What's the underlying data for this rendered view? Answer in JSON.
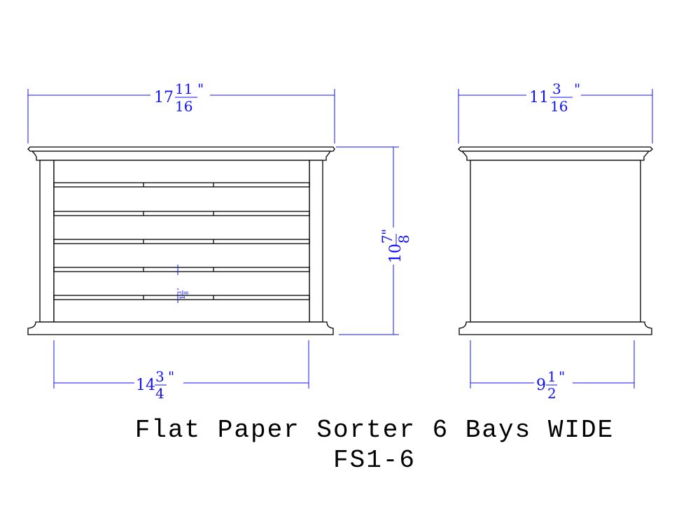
{
  "dimensions": {
    "front_width": {
      "whole": "17",
      "num": "11",
      "den": "16",
      "unit": "\""
    },
    "front_height": {
      "whole": "10",
      "num": "7",
      "den": "8",
      "unit": "\""
    },
    "front_inner_width": {
      "whole": "14",
      "num": "3",
      "den": "4",
      "unit": "\""
    },
    "shelf_spacing": {
      "whole": "1",
      "num": "3",
      "den": "8",
      "unit": "\""
    },
    "side_width": {
      "whole": "11",
      "num": "3",
      "den": "16",
      "unit": "\""
    },
    "side_inner_width": {
      "whole": "9",
      "num": "1",
      "den": "2",
      "unit": "\""
    }
  },
  "title": {
    "line1": "Flat Paper Sorter 6 Bays WIDE",
    "line2": "FS1-6"
  },
  "colors": {
    "dimension": "#1010ff",
    "outline": "#000000"
  }
}
